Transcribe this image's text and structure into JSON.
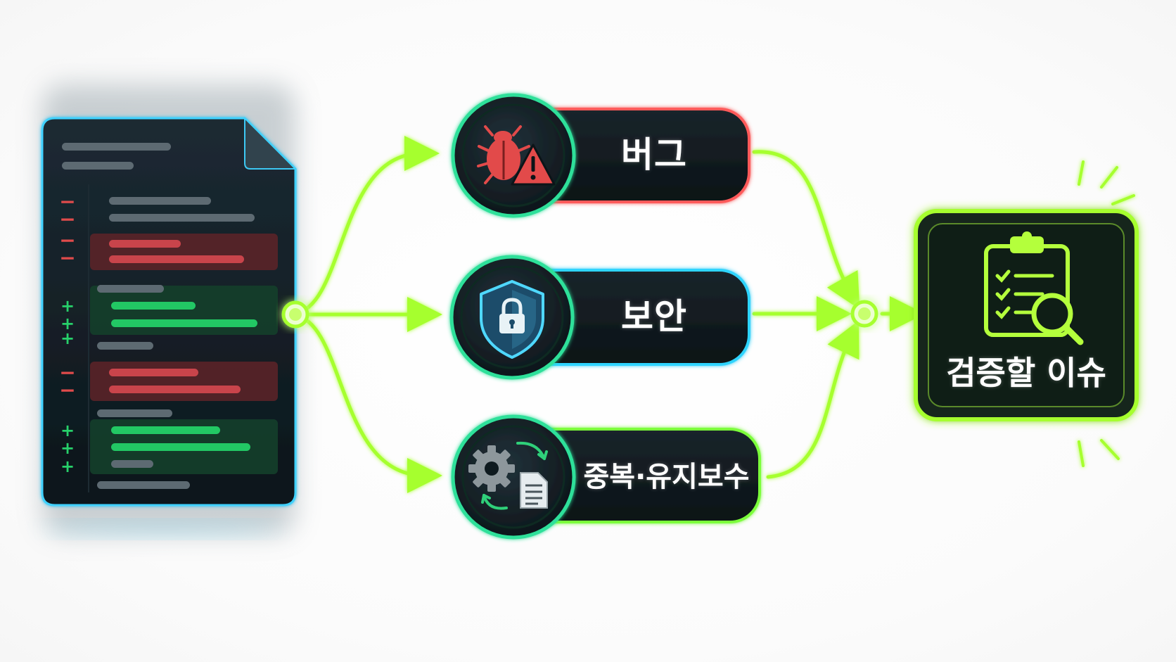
{
  "colors": {
    "flow": "#a6ff2e",
    "doc_border": "#3fd2ff",
    "bug": "#ff5a5a",
    "security": "#2fd4ff",
    "maintenance": "#7cff3a",
    "removed": "#e04b4b",
    "added": "#27d06a",
    "panel": "#0e1a1f"
  },
  "diff_document": {
    "removed_marker": "−",
    "added_marker": "+"
  },
  "branches": [
    {
      "label": "버그",
      "icon": "bug-warning-icon",
      "accent": "#ff5a5a"
    },
    {
      "label": "보안",
      "icon": "shield-lock-icon",
      "accent": "#2fd4ff"
    },
    {
      "label": "중복·유지보수",
      "icon": "gear-document-cycle-icon",
      "accent": "#7cff3a"
    }
  ],
  "result": {
    "label": "검증할 이슈",
    "icon": "clipboard-checklist-magnifier-icon"
  }
}
